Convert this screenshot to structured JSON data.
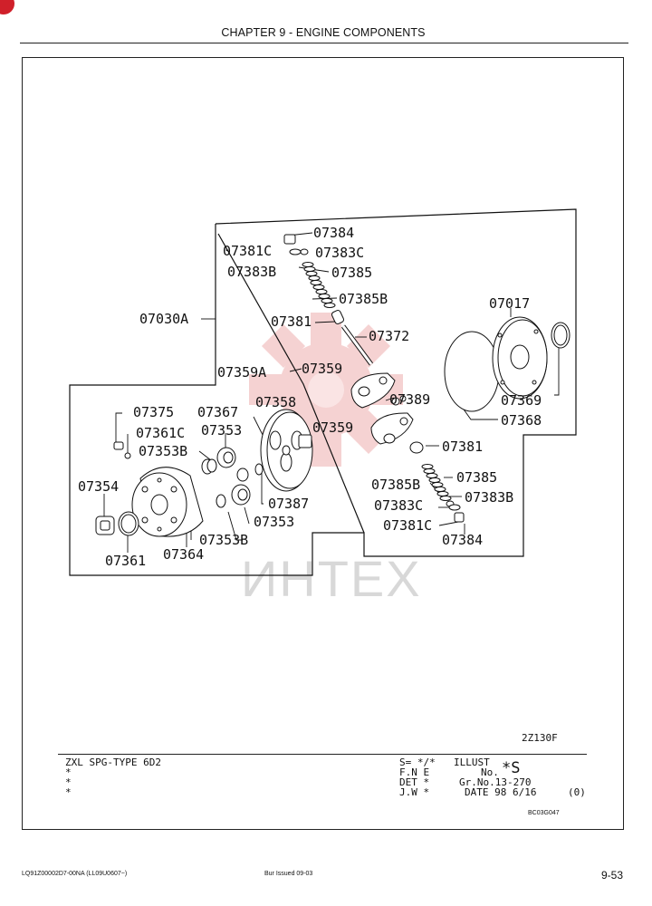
{
  "header": {
    "title": "CHAPTER 9 - ENGINE COMPONENTS"
  },
  "watermark": {
    "text": "ИНТЕХ",
    "color": "#e8a0a0"
  },
  "parts": {
    "p07384_top": "07384",
    "p07381C_top": "07381C",
    "p07383C_top": "07383C",
    "p07383B_top": "07383B",
    "p07385_top": "07385",
    "p07385B_top": "07385B",
    "p07030A": "07030A",
    "p07381_top": "07381",
    "p07372": "07372",
    "p07017": "07017",
    "p07359A": "07359A",
    "p07359_top": "07359",
    "p07369": "07369",
    "p07368": "07368",
    "p07389": "07389",
    "p07375": "07375",
    "p07367": "07367",
    "p07358": "07358",
    "p07361C": "07361C",
    "p07353_a": "07353",
    "p07359_mid": "07359",
    "p07353B_a": "07353B",
    "p07381_right": "07381",
    "p07385_right": "07385",
    "p07354": "07354",
    "p07385B_right": "07385B",
    "p07383B_right": "07383B",
    "p07387": "07387",
    "p07383C_right": "07383C",
    "p07353_b": "07353",
    "p07381C_right": "07381C",
    "p07353B_b": "07353B",
    "p07384_right": "07384",
    "p07361": "07361",
    "p07364": "07364"
  },
  "figure_ref": "2Z130F",
  "title_block": {
    "line1": "ZXL SPG-TYPE 6D2",
    "line2": "*",
    "line3": "*",
    "line4": "*",
    "r1a": "S= */*",
    "r1b": "ILLUST",
    "r2a": "F.N E",
    "r2b": "No.",
    "r3a": "DET *",
    "r3b": "Gr.No.13-270",
    "r4a": "J.W *",
    "r4b": "DATE 98 6/16",
    "r4c": "(0)",
    "illust_no": "*S",
    "drawing_code": "BC03G047"
  },
  "footer": {
    "doc_code": "LQ91Z00002D7-00NA   (LL09U0607~)",
    "issued": "Bur    Issued 09-03",
    "page": "9-53"
  }
}
